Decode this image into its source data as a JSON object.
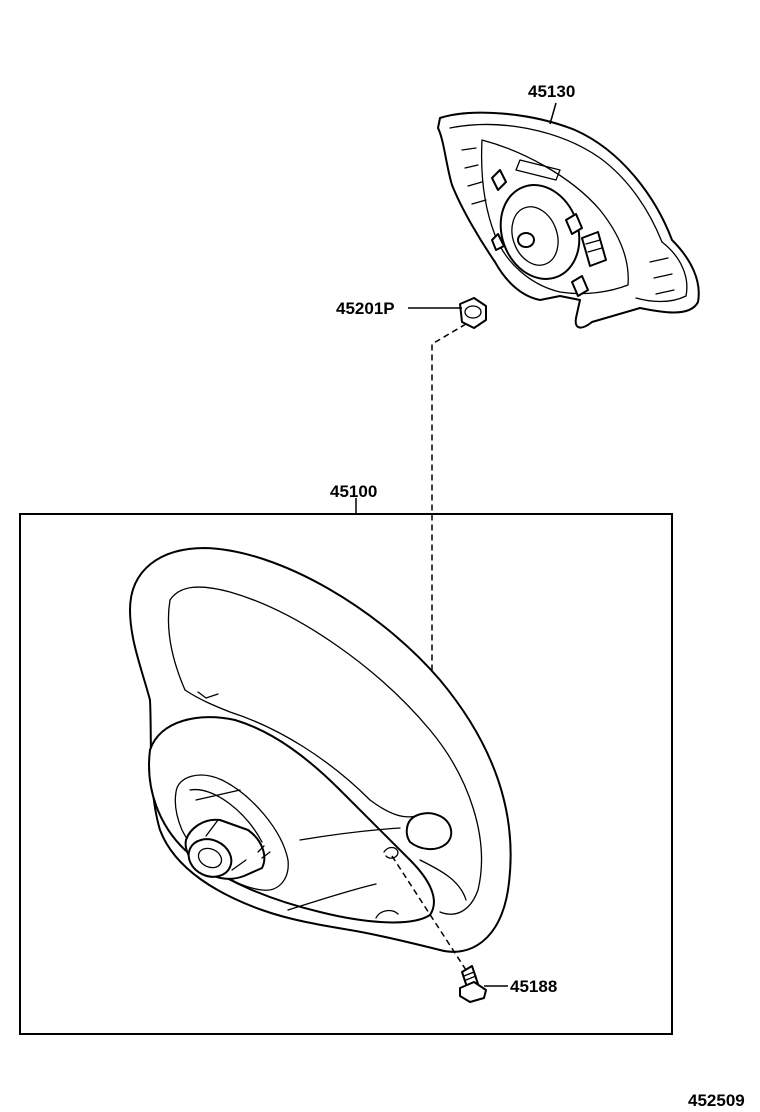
{
  "diagram": {
    "parts": [
      {
        "number": "45130"
      },
      {
        "number": "45201P"
      },
      {
        "number": "45100"
      },
      {
        "number": "45188"
      }
    ],
    "illustration_code": "452509"
  }
}
